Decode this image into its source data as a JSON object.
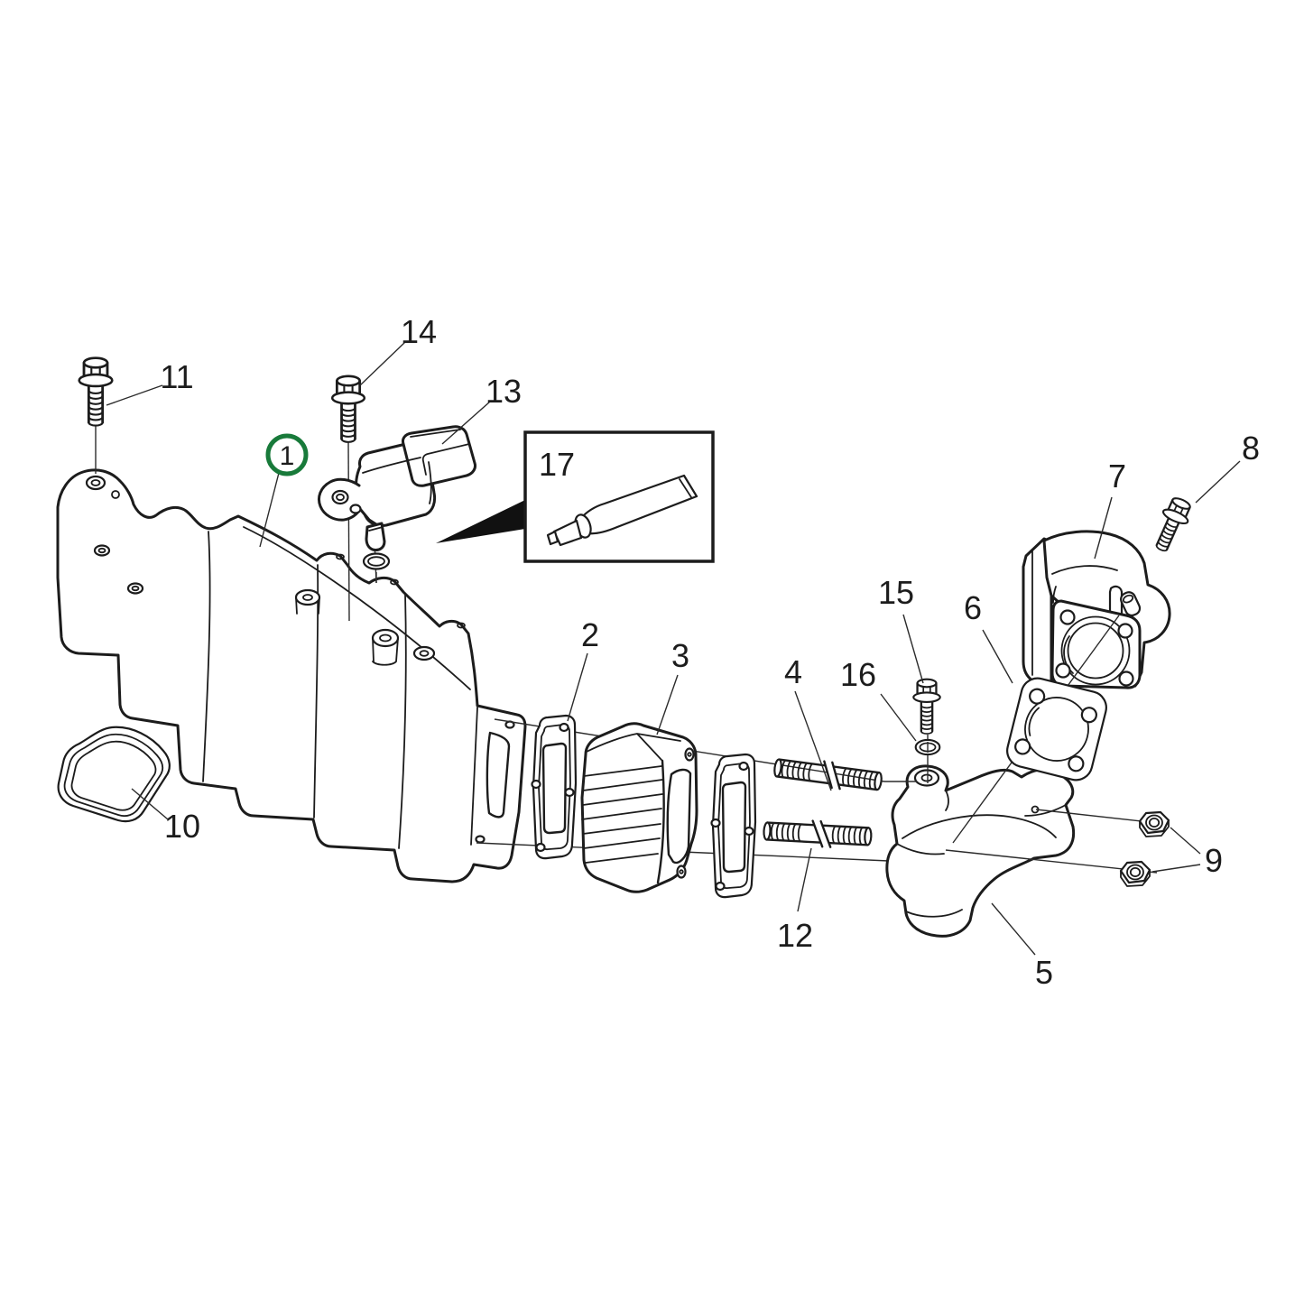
{
  "figure": {
    "type": "exploded-parts-diagram",
    "background_color": "#ffffff",
    "line_color": "#1c1c1c",
    "accent_color": "#187a3a",
    "selected_callout": "1",
    "callouts": [
      {
        "label": "1",
        "part": "intake-manifold",
        "circled": true
      },
      {
        "label": "2",
        "part": "manifold-gasket",
        "circled": false
      },
      {
        "label": "3",
        "part": "spacer-block",
        "circled": false
      },
      {
        "label": "4",
        "part": "mounting-stud",
        "circled": false
      },
      {
        "label": "5",
        "part": "intake-elbow",
        "circled": false
      },
      {
        "label": "6",
        "part": "throttle-gasket",
        "circled": false
      },
      {
        "label": "7",
        "part": "throttle-body",
        "circled": false
      },
      {
        "label": "8",
        "part": "flange-bolt",
        "circled": false
      },
      {
        "label": "9",
        "part": "hex-nut",
        "circled": false
      },
      {
        "label": "10",
        "part": "end-gasket",
        "circled": false
      },
      {
        "label": "11",
        "part": "flange-bolt",
        "circled": false
      },
      {
        "label": "12",
        "part": "mounting-stud",
        "circled": false
      },
      {
        "label": "13",
        "part": "pressure-sensor",
        "circled": false
      },
      {
        "label": "14",
        "part": "flange-bolt",
        "circled": false
      },
      {
        "label": "15",
        "part": "flange-bolt",
        "circled": false
      },
      {
        "label": "16",
        "part": "o-ring",
        "circled": false
      },
      {
        "label": "17",
        "part": "sealant-tube",
        "circled": false
      }
    ]
  }
}
